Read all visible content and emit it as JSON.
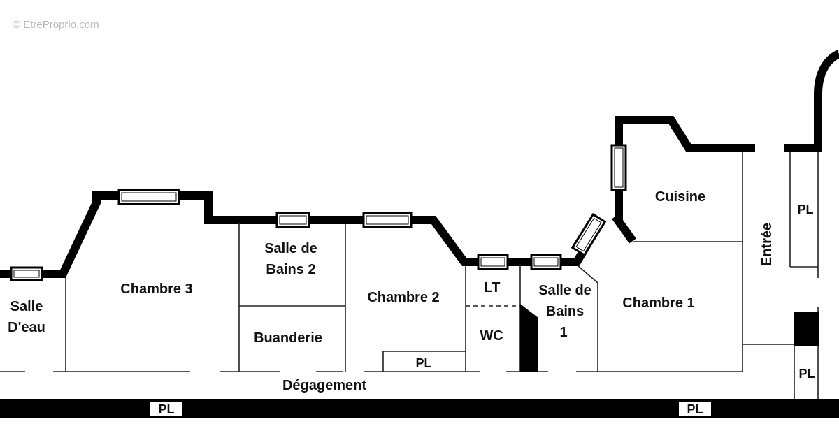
{
  "watermark": "© EtreProprio.com",
  "rooms": {
    "salle_deau_line1": "Salle",
    "salle_deau_line2": "D'eau",
    "chambre3": "Chambre 3",
    "salle_de_bains2_line1": "Salle de",
    "salle_de_bains2_line2": "Bains 2",
    "buanderie": "Buanderie",
    "chambre2": "Chambre 2",
    "lt": "LT",
    "wc": "WC",
    "salle_de_bains1_line1": "Salle de",
    "salle_de_bains1_line2": "Bains",
    "salle_de_bains1_line3": "1",
    "chambre1": "Chambre 1",
    "cuisine": "Cuisine",
    "entree": "Entrée",
    "degagement": "Dégagement"
  },
  "placards": {
    "pl_chambre2": "PL",
    "pl_entree_top": "PL",
    "pl_entree_bottom": "PL",
    "pl_bottom_left": "PL",
    "pl_bottom_right": "PL"
  },
  "colors": {
    "wall": "#000000",
    "background": "#ffffff"
  }
}
